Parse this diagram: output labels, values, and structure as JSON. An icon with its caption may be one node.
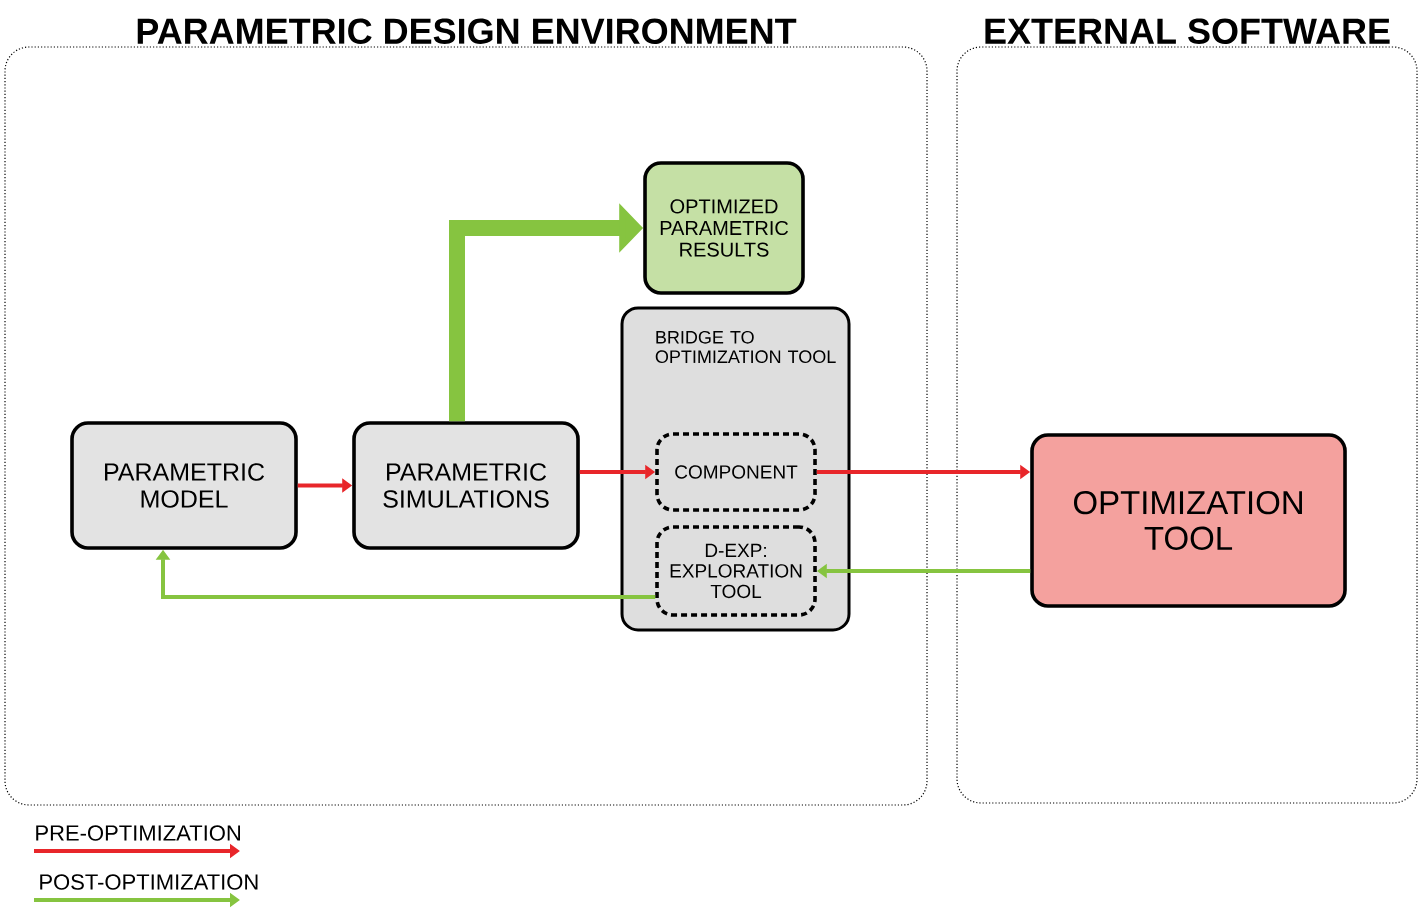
{
  "diagram": {
    "nodes": [
      {
        "text": [
          "PARAMETRIC DESIGN ENVIRONMENT"
        ]
      },
      {
        "text": [
          "EXTERNAL SOFTWARE"
        ]
      },
      {
        "text": [
          "PARAMETRIC MODEL"
        ],
        "in": 0
      },
      {
        "text": [
          "PARAMETRIC SIMULATIONS"
        ],
        "in": 0
      },
      {
        "text": [
          "OPTIMIZED PARAMETRIC RESULTS"
        ],
        "in": 0
      },
      {
        "text": [
          "BRIDGE TO OPTIMIZATION TOOL"
        ],
        "in": 0
      },
      {
        "text": [
          "COMPONENT"
        ],
        "in": 5
      },
      {
        "text": [
          "D-EXP: EXPLORATION TOOL"
        ],
        "in": 5
      },
      {
        "text": [
          "OPTIMIZATION TOOL"
        ],
        "in": 1
      }
    ],
    "edges": [
      {
        "from": 2,
        "to": 3,
        "arrow": "to",
        "color": "#e8262a"
      },
      {
        "from": 3,
        "to": 6,
        "arrow": "to",
        "color": "#e8262a"
      },
      {
        "from": 6,
        "to": 8,
        "arrow": "to",
        "color": "#e8262a"
      },
      {
        "from": 8,
        "to": 7,
        "arrow": "to",
        "color": "#86c440"
      },
      {
        "from": 7,
        "to": 2,
        "arrow": "to",
        "color": "#86c440"
      },
      {
        "from": 3,
        "to": 4,
        "arrow": "to",
        "style": "thick",
        "color": "#86c440"
      }
    ],
    "legend": [
      {
        "text": "PRE-OPTIMIZATION"
      },
      {
        "text": "POST-OPTIMIZATION"
      }
    ]
  }
}
